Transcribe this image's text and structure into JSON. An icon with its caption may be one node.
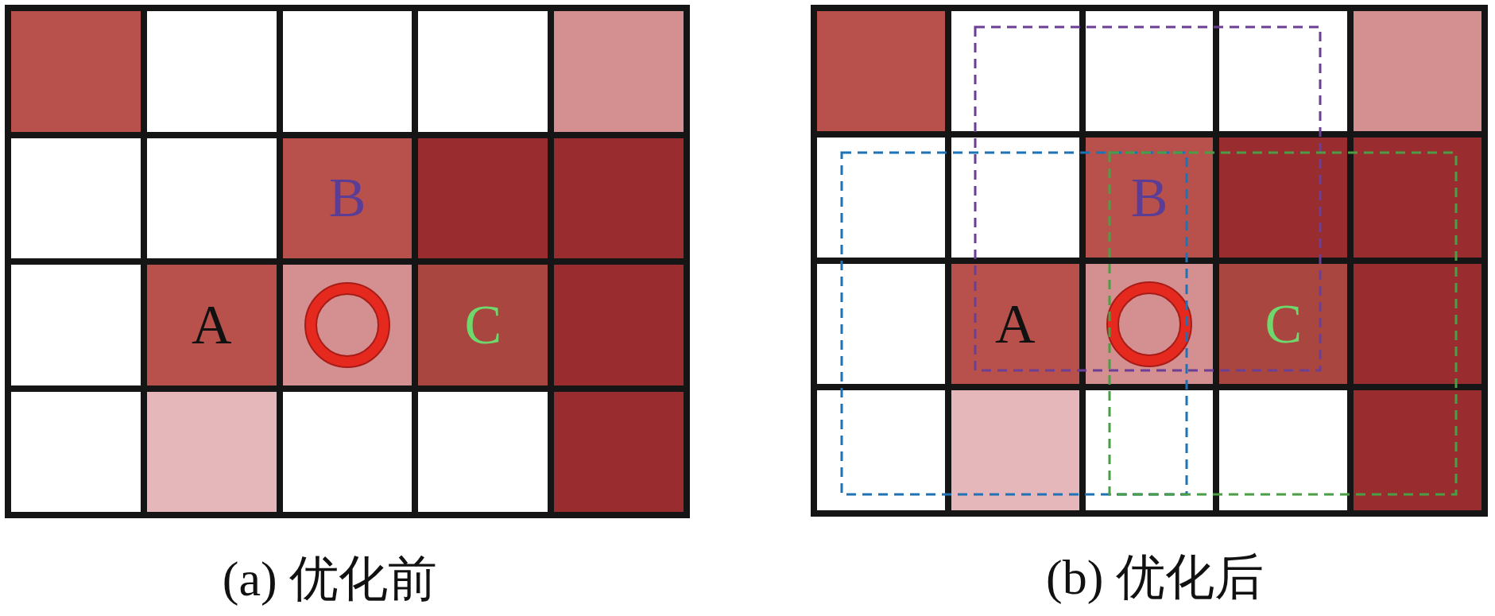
{
  "diagram": {
    "nodes": [
      {
        "text": [
          "(a) 优化前"
        ]
      },
      {
        "text": [
          "B"
        ],
        "in": 0
      },
      {
        "text": [
          "A"
        ],
        "in": 0
      },
      {
        "text": [
          "C"
        ],
        "in": 0
      },
      {
        "text": [
          "(b) 优化后"
        ]
      },
      {
        "text": [
          "B"
        ],
        "in": 4
      },
      {
        "text": [
          "A"
        ],
        "in": 4
      },
      {
        "text": [
          "C"
        ],
        "in": 4
      }
    ]
  }
}
